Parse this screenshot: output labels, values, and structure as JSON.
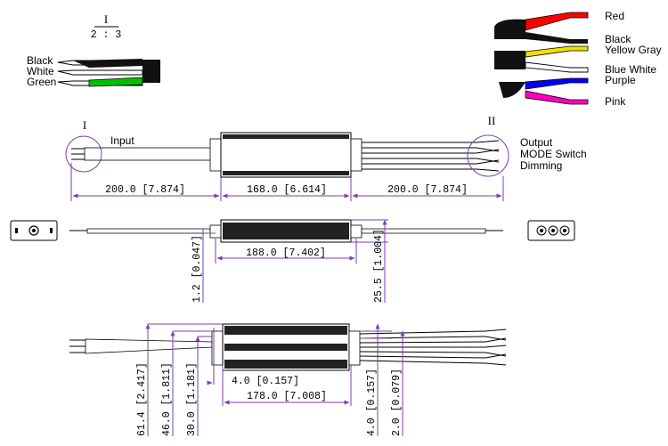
{
  "detail_scale": {
    "numeral": "I",
    "ratio": "2 : 3"
  },
  "input_wires": [
    "Black",
    "White",
    "Green"
  ],
  "output_wires": [
    "Red",
    "Black",
    "Yellow Gray",
    "Blue White",
    "Purple",
    "Pink"
  ],
  "labels": {
    "input": "Input",
    "detail_one": "I",
    "detail_two": "II",
    "output": "Output",
    "mode_switch": "MODE Switch",
    "dimming": "Dimming"
  },
  "dimensions": {
    "top_left": "200.0 [7.874]",
    "top_middle": "168.0 [6.614]",
    "top_right": "200.0 [7.874]",
    "side_length": "188.0 [7.402]",
    "side_small": "1.2 [0.047]",
    "side_height": "25.5 [1.004]",
    "bottom_small": "4.0 [0.157]",
    "bottom_length": "178.0 [7.008]",
    "bottom_61": "61.4 [2.417]",
    "bottom_46": "46.0 [1.811]",
    "bottom_30": "30.0 [1.181]",
    "bottom_right_4": "4.0 [0.157]",
    "bottom_right_2": "2.0 [0.079]"
  },
  "colors": {
    "dimension_line": "#7a3fb0",
    "red": "#ff0000",
    "green": "#00c000",
    "yellow": "#f0e000",
    "blue": "#0000ff",
    "purple": "#6020c0",
    "pink": "#ff00c0"
  }
}
